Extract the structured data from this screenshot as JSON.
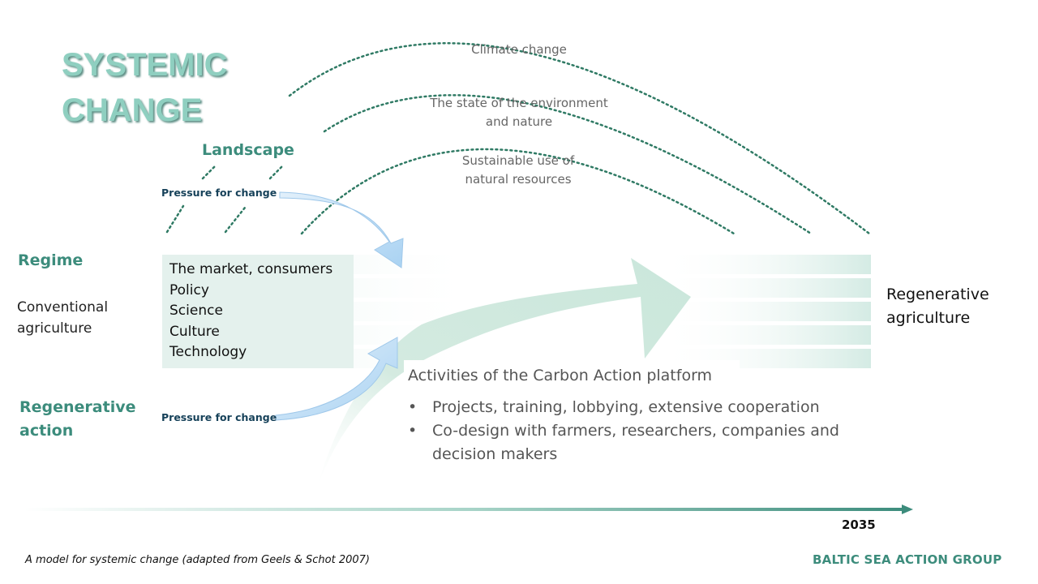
{
  "title_lines": [
    "SYSTEMIC",
    "CHANGE"
  ],
  "landscape": {
    "label": "Landscape",
    "pressure_top": "Pressure for change",
    "arcs": {
      "outer": "Climate change",
      "middle_lines": [
        "The state of the environment",
        "and nature"
      ],
      "inner_lines": [
        "Sustainable use of",
        "natural resources"
      ]
    }
  },
  "regime": {
    "label": "Regime",
    "conventional_lines": [
      "Conventional",
      "agriculture"
    ],
    "items": [
      "The market, consumers",
      "Policy",
      "Science",
      "Culture",
      "Technology"
    ]
  },
  "regenerative_action": {
    "label_lines": [
      "Regenerative",
      "action"
    ],
    "pressure_bottom": "Pressure for change"
  },
  "activities": {
    "title": "Activities of the Carbon Action platform",
    "bullet_glyph": "•",
    "bullets": [
      "Projects, training, lobbying, extensive cooperation",
      "Co-design with farmers, researchers, companies and decision makers"
    ]
  },
  "outcome_lines": [
    "Regenerative",
    "agriculture"
  ],
  "timeline_end": "2035",
  "caption": "A model for systemic change (adapted from Geels & Schot 2007)",
  "brand": "BALTIC SEA ACTION GROUP",
  "colors": {
    "teal": "#3c8c7c",
    "title_fill": "#8fcfc0",
    "dotted_arc": "#2f7a64",
    "blue_arrow": "#b9daf5",
    "green_arrow": "#cfe8dd",
    "navy": "#17425a"
  }
}
